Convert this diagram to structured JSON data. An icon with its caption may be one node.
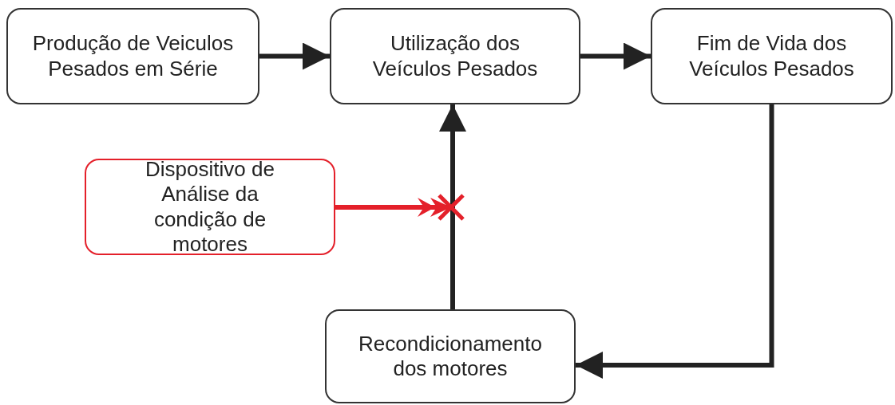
{
  "diagram": {
    "nodes": [
      {
        "text": [
          "Produção de Veiculos Pesados em Série"
        ]
      },
      {
        "text": [
          "Utilização dos Veículos Pesados"
        ]
      },
      {
        "text": [
          "Fim de Vida dos Veículos Pesados"
        ]
      },
      {
        "text": [
          "Dispositivo de Análise da condição de motores"
        ]
      },
      {
        "text": [
          "Recondicionamento dos motores"
        ]
      }
    ],
    "edges": [
      {
        "from": 0,
        "to": 1,
        "arrow": "to"
      },
      {
        "from": 1,
        "to": 2,
        "arrow": "to"
      },
      {
        "from": 2,
        "to": 4,
        "arrow": "to"
      },
      {
        "from": 4,
        "to": 1,
        "arrow": "to"
      },
      {
        "from": 3,
        "to": null,
        "arrow": "to",
        "color": "#e4202a"
      }
    ]
  }
}
